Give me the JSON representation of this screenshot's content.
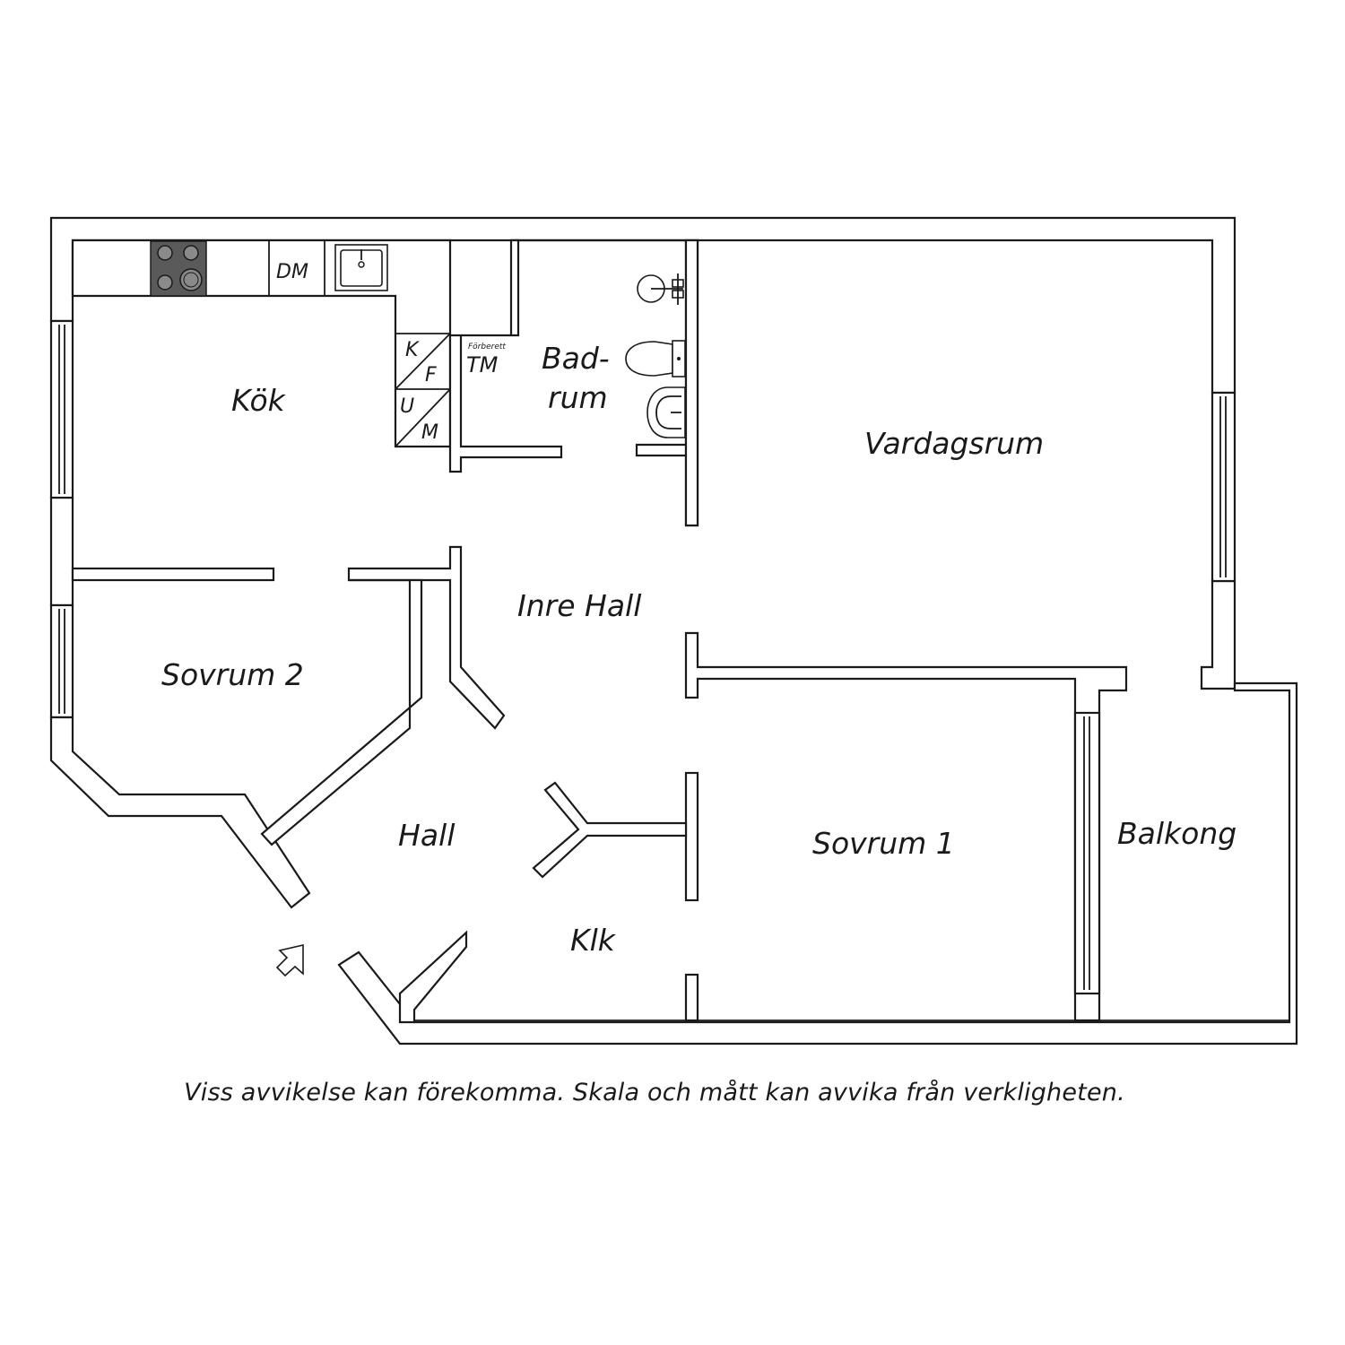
{
  "rooms": {
    "kok": "Kök",
    "badrum_line1": "Bad-",
    "badrum_line2": "rum",
    "vardagsrum": "Vardagsrum",
    "inre_hall": "Inre Hall",
    "sovrum2": "Sovrum 2",
    "hall": "Hall",
    "klk": "Klk",
    "sovrum1": "Sovrum 1",
    "balkong": "Balkong"
  },
  "fixtures": {
    "dishwasher": "DM",
    "fridge": "K",
    "freezer": "F",
    "oven": "U",
    "microwave": "M",
    "prepared_note": "Förberett",
    "washing_machine": "TM"
  },
  "icons": {
    "entrance": "entrance-arrow-icon",
    "stove": "stove-icon",
    "sink": "kitchen-sink-icon",
    "shower": "shower-icon",
    "toilet": "toilet-icon",
    "washbasin": "washbasin-icon"
  },
  "colors": {
    "line": "#1a1a1a",
    "stove": "#5a5a5a",
    "background": "#ffffff"
  },
  "disclaimer": "Viss avvikelse kan förekomma. Skala och mått kan avvika från verkligheten."
}
